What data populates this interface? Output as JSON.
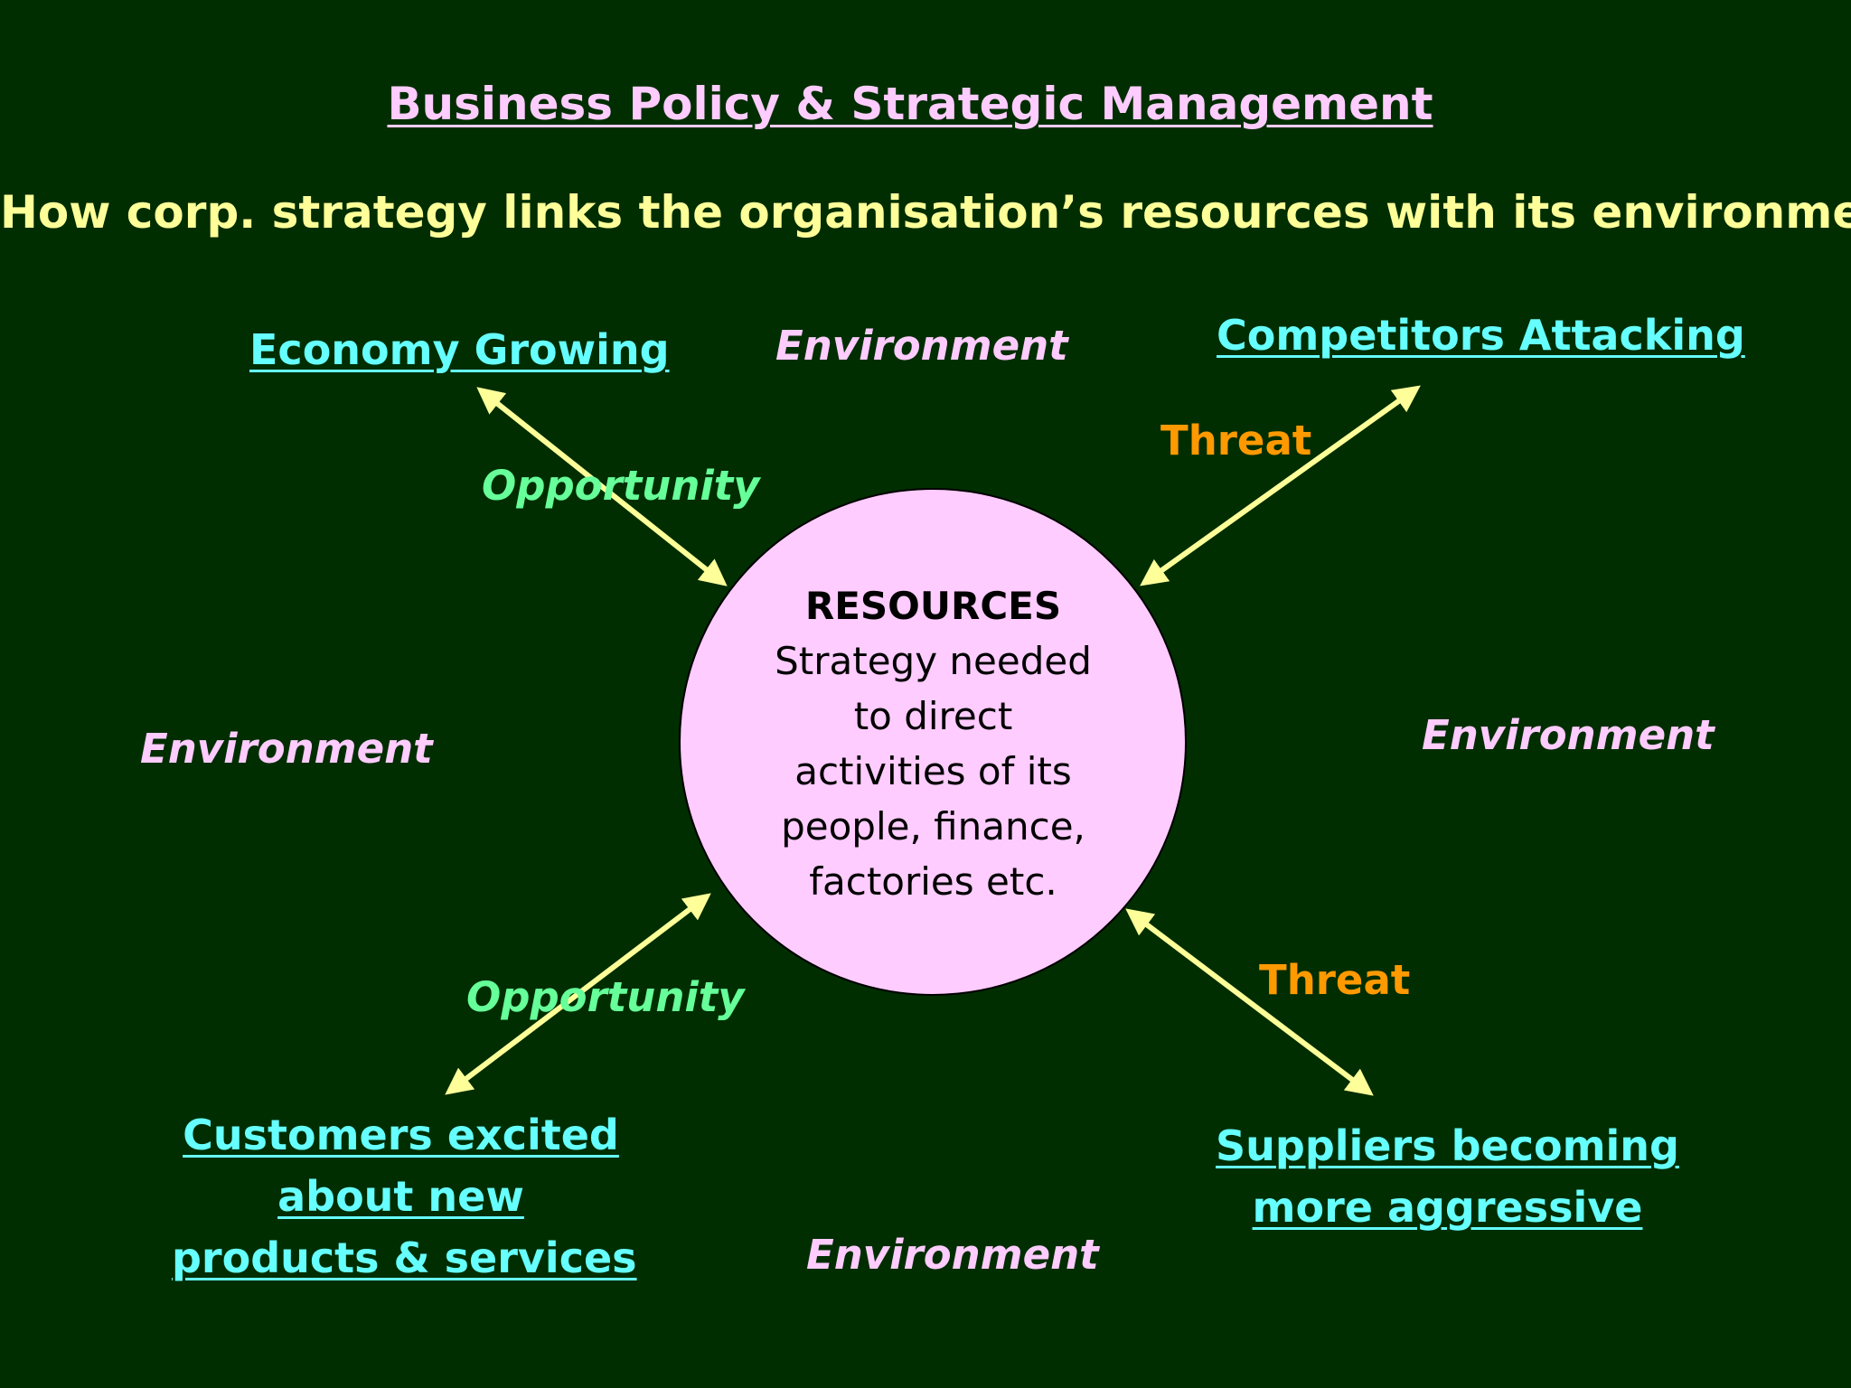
{
  "title": "Business Policy & Strategic Management",
  "subtitle": "How corp. strategy links the organisation’s resources with its environment",
  "environment_labels": [
    "Environment",
    "Environment",
    "Environment",
    "Environment"
  ],
  "resources": {
    "heading": "RESOURCES",
    "lines": [
      "Strategy needed",
      "to direct",
      "activities of its",
      "people, finance,",
      "factories etc."
    ]
  },
  "factors": {
    "top_left": {
      "lines": [
        "Economy Growing"
      ],
      "relation": "Opportunity"
    },
    "top_right": {
      "lines": [
        "Competitors Attacking"
      ],
      "relation": "Threat"
    },
    "bottom_left": {
      "lines": [
        "Customers excited",
        "about new",
        "products & services"
      ],
      "relation": "Opportunity"
    },
    "bottom_right": {
      "lines": [
        "Suppliers becoming",
        "more aggressive"
      ],
      "relation": "Threat"
    }
  },
  "colors": {
    "background": "#002e00",
    "circle_fill": "#ffccff",
    "arrow": "#ffff99",
    "title": "#ffccff",
    "subtitle": "#ffff99",
    "factor_text": "#66ffff",
    "opportunity": "#66ff99",
    "threat": "#ff9900",
    "environment": "#ffccff"
  }
}
